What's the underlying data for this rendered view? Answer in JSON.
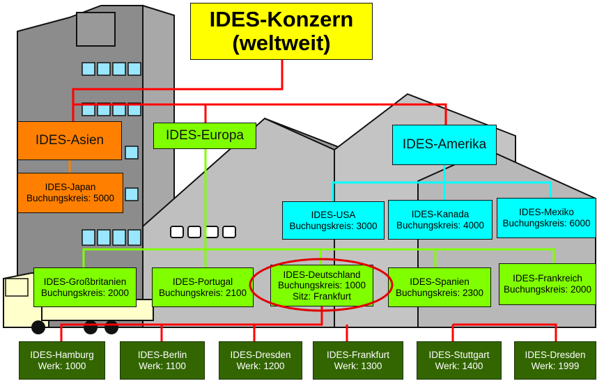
{
  "root": {
    "line1": "IDES-Konzern",
    "line2": "(weltweit)"
  },
  "regions": {
    "asien": "IDES-Asien",
    "europa": "IDES-Europa",
    "amerika": "IDES-Amerika"
  },
  "company_codes": {
    "japan": {
      "name": "IDES-Japan",
      "code": "Buchungskreis: 5000"
    },
    "usa": {
      "name": "IDES-USA",
      "code": "Buchungskreis: 3000"
    },
    "kanada": {
      "name": "IDES-Kanada",
      "code": "Buchungskreis: 4000"
    },
    "mexiko": {
      "name": "IDES-Mexiko",
      "code": "Buchungskreis: 6000"
    },
    "gb": {
      "name": "IDES-Großbritanien",
      "code": "Buchungskreis: 2000"
    },
    "portugal": {
      "name": "IDES-Portugal",
      "code": "Buchungskreis: 2100"
    },
    "deutschland": {
      "name": "IDES-Deutschland",
      "code": "Buchungskreis: 1000",
      "sitz": "Sitz: Frankfurt"
    },
    "spanien": {
      "name": "IDES-Spanien",
      "code": "Buchungskreis: 2300"
    },
    "frankreich": {
      "name": "IDES-Frankreich",
      "code": "Buchungskreis: 2000"
    }
  },
  "plants": [
    {
      "name": "IDES-Hamburg",
      "werk": "Werk: 1000"
    },
    {
      "name": "IDES-Berlin",
      "werk": "Werk: 1100"
    },
    {
      "name": "IDES-Dresden",
      "werk": "Werk: 1200"
    },
    {
      "name": "IDES-Frankfurt",
      "werk": "Werk: 1300"
    },
    {
      "name": "IDES-Stuttgart",
      "werk": "Werk: 1400"
    },
    {
      "name": "IDES-Dresden",
      "werk": "Werk: 1999"
    }
  ],
  "colors": {
    "root": "#ffff00",
    "asia": "#ff8000",
    "europe": "#80ff00",
    "america": "#00ffff",
    "plant": "#336600",
    "line_red": "#ff0000",
    "line_green": "#80ff00",
    "line_cyan": "#00ffff",
    "highlight": "#e00000",
    "building_dark": "#808080",
    "building_light": "#b0b0b0"
  }
}
